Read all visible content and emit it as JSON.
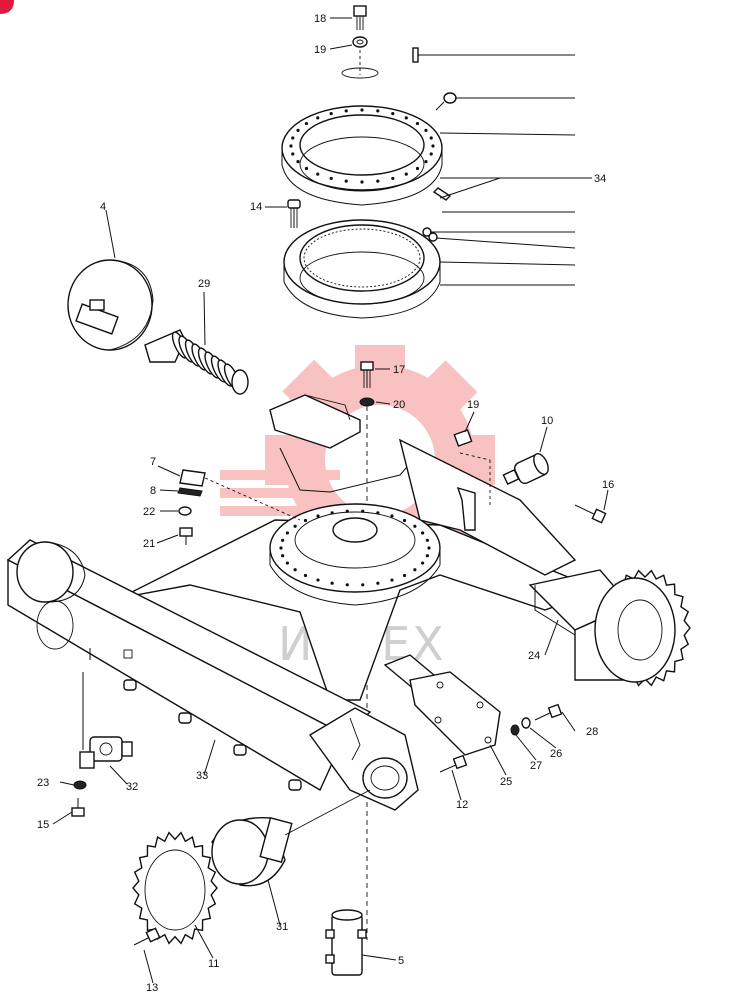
{
  "watermark": {
    "text": "ИНТЕХ",
    "gear_color": "#f07a7a"
  },
  "callouts": [
    "18",
    "19",
    "34",
    "14",
    "4",
    "29",
    "17",
    "20",
    "19",
    "10",
    "7",
    "8",
    "22",
    "21",
    "16",
    "24",
    "28",
    "26",
    "27",
    "25",
    "12",
    "33",
    "23",
    "32",
    "15",
    "31",
    "11",
    "13",
    "5"
  ],
  "colors": {
    "line": "#111111",
    "background": "#ffffff",
    "watermark_gear": "#f07a7a",
    "watermark_text": "#cfcfcf"
  }
}
